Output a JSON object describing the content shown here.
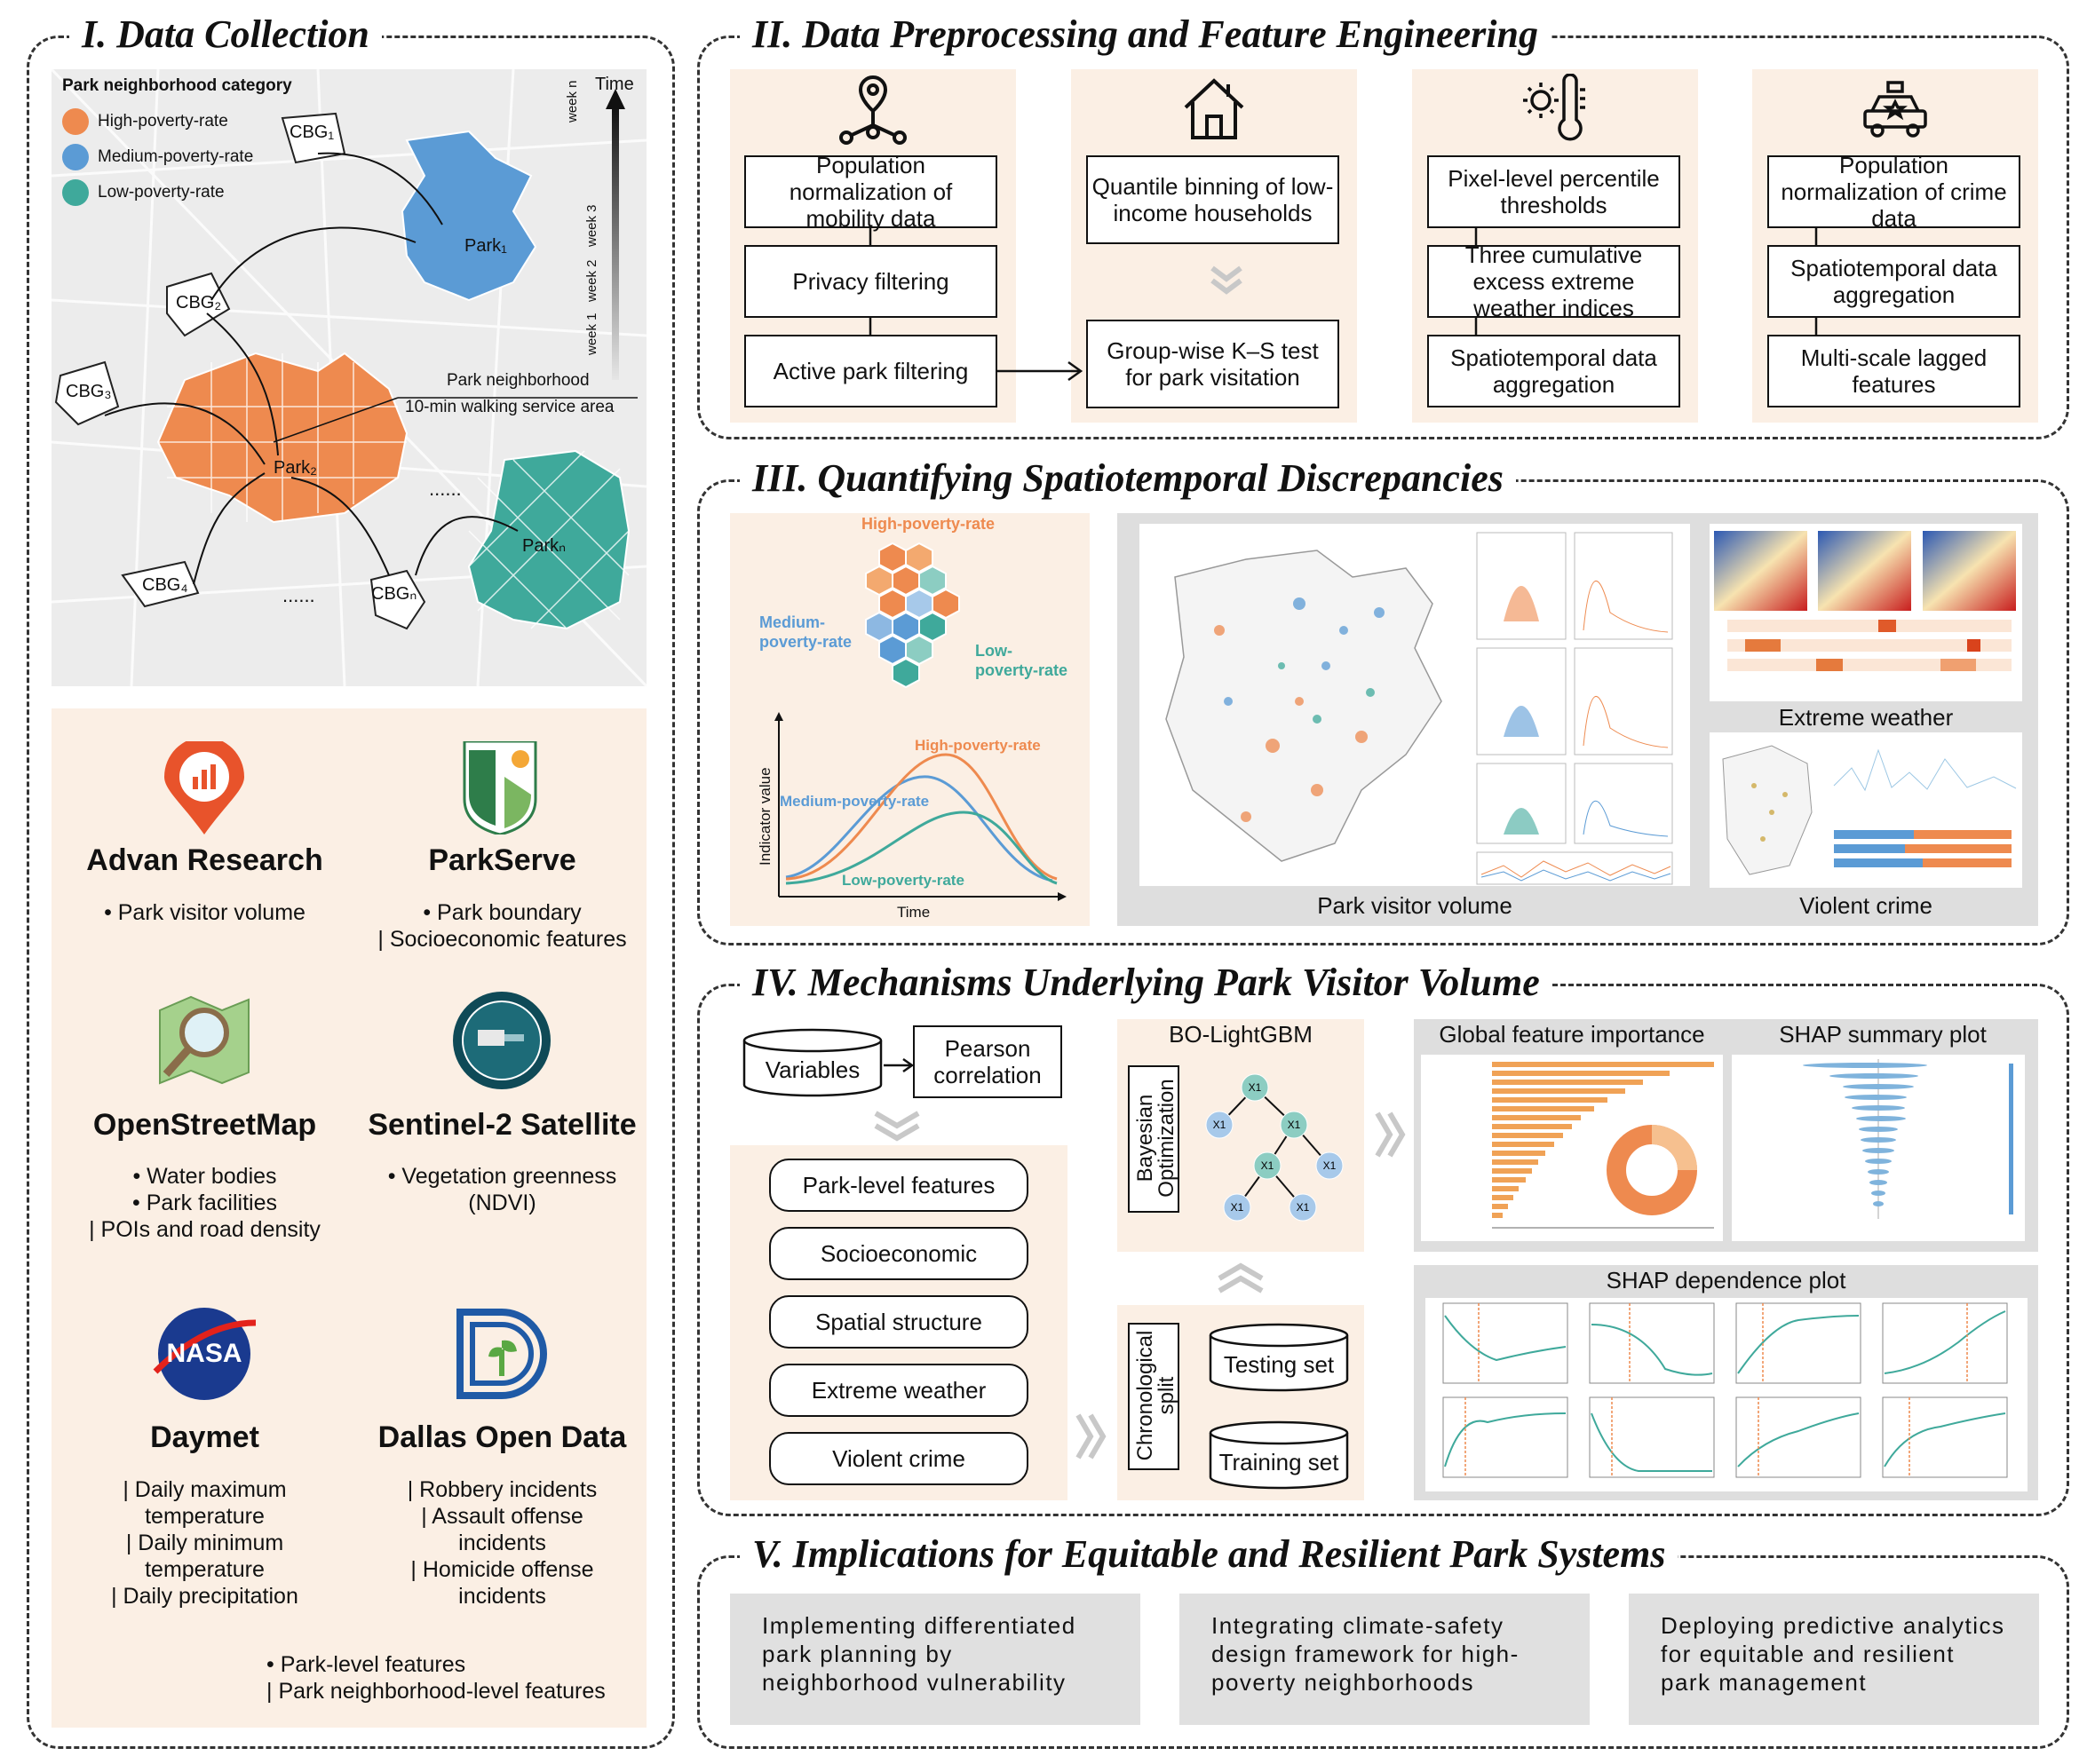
{
  "panel1": {
    "title": "I. Data Collection",
    "map": {
      "category_title": "Park neighborhood category",
      "categories": [
        "High-poverty-rate",
        "Medium-poverty-rate",
        "Low-poverty-rate"
      ],
      "colors": {
        "high": "#ee8a4f",
        "medium": "#5b9bd5",
        "low": "#3fa99b"
      },
      "time_label": "Time",
      "weeks": [
        "week n",
        "week 3",
        "week 2",
        "week 1"
      ],
      "cbgs": [
        "CBG₁",
        "CBG₂",
        "CBG₃",
        "CBG₄",
        "CBGₙ"
      ],
      "parks": [
        "Park₁",
        "Park₂",
        "Parkₙ"
      ],
      "neighborhood_label_1": "Park neighborhood",
      "neighborhood_label_2": "10-min walking service area",
      "ellipsis": "......"
    },
    "sources": [
      {
        "name": "Advan Research",
        "icon": "map-pin-chart-icon",
        "items": [
          "• Park visitor volume"
        ]
      },
      {
        "name": "ParkServe",
        "icon": "parkserve-logo-icon",
        "items": [
          "• Park boundary",
          "| Socioeconomic features"
        ]
      },
      {
        "name": "OpenStreetMap",
        "icon": "map-magnifier-icon",
        "items": [
          "• Water bodies",
          "• Park facilities",
          "| POIs and road density"
        ]
      },
      {
        "name": "Sentinel-2 Satellite",
        "icon": "satellite-badge-icon",
        "items": [
          "• Vegetation greenness",
          "(NDVI)"
        ]
      },
      {
        "name": "Daymet",
        "icon": "nasa-logo-icon",
        "items": [
          "| Daily maximum",
          "temperature",
          "| Daily minimum",
          "temperature",
          "| Daily precipitation"
        ]
      },
      {
        "name": "Dallas Open Data",
        "icon": "dallas-logo-icon",
        "items": [
          "| Robbery incidents",
          "| Assault offense",
          "incidents",
          "| Homicide offense",
          "incidents"
        ]
      }
    ],
    "nasa_text": "NASA",
    "legend": [
      "• Park-level features",
      "| Park neighborhood-level features"
    ]
  },
  "panel2": {
    "title": "II. Data Preprocessing and Feature Engineering",
    "col1": [
      "Population normalization of mobility data",
      "Privacy filtering",
      "Active park filtering"
    ],
    "col2": [
      "Quantile binning of low-income households",
      "Group-wise K–S test for park visitation"
    ],
    "col3": [
      "Pixel-level percentile thresholds",
      "Three cumulative excess extreme weather indices",
      "Spatiotemporal data aggregation"
    ],
    "col4": [
      "Population normalization of crime data",
      "Spatiotemporal data aggregation",
      "Multi-scale lagged features"
    ]
  },
  "panel3": {
    "title": "III. Quantifying Spatiotemporal Discrepancies",
    "hex_labels": {
      "high": "High-poverty-rate",
      "medium": "Medium-\npoverty-rate",
      "low": "Low-\npoverty-rate"
    },
    "curve": {
      "ylabel": "Indicator value",
      "xlabel": "Time",
      "high": "High-poverty-rate",
      "medium": "Medium-poverty-rate",
      "low": "Low-poverty-rate"
    },
    "captions": {
      "visitor": "Park visitor volume",
      "weather": "Extreme weather",
      "crime": "Violent crime"
    }
  },
  "panel4": {
    "title": "IV. Mechanisms Underlying Park Visitor Volume",
    "variables": "Variables",
    "pearson": "Pearson correlation",
    "features": [
      "Park-level features",
      "Socioeconomic",
      "Spatial structure",
      "Extreme weather",
      "Violent crime"
    ],
    "bo_title": "BO-LightGBM",
    "bayes": "Bayesian Optimization",
    "node": "X1",
    "chrono": "Chronological split",
    "testing": "Testing set",
    "training": "Training set",
    "global_title": "Global feature importance",
    "shap_summary_title": "SHAP summary plot",
    "shap_dependence_title": "SHAP dependence plot"
  },
  "panel5": {
    "title": "V. Implications for Equitable and Resilient Park Systems",
    "items": [
      "Implementing differentiated park planning by neighborhood vulnerability",
      "Integrating climate-safety design framework for high-poverty neighborhoods",
      "Deploying predictive analytics for equitable and resilient park management"
    ]
  }
}
